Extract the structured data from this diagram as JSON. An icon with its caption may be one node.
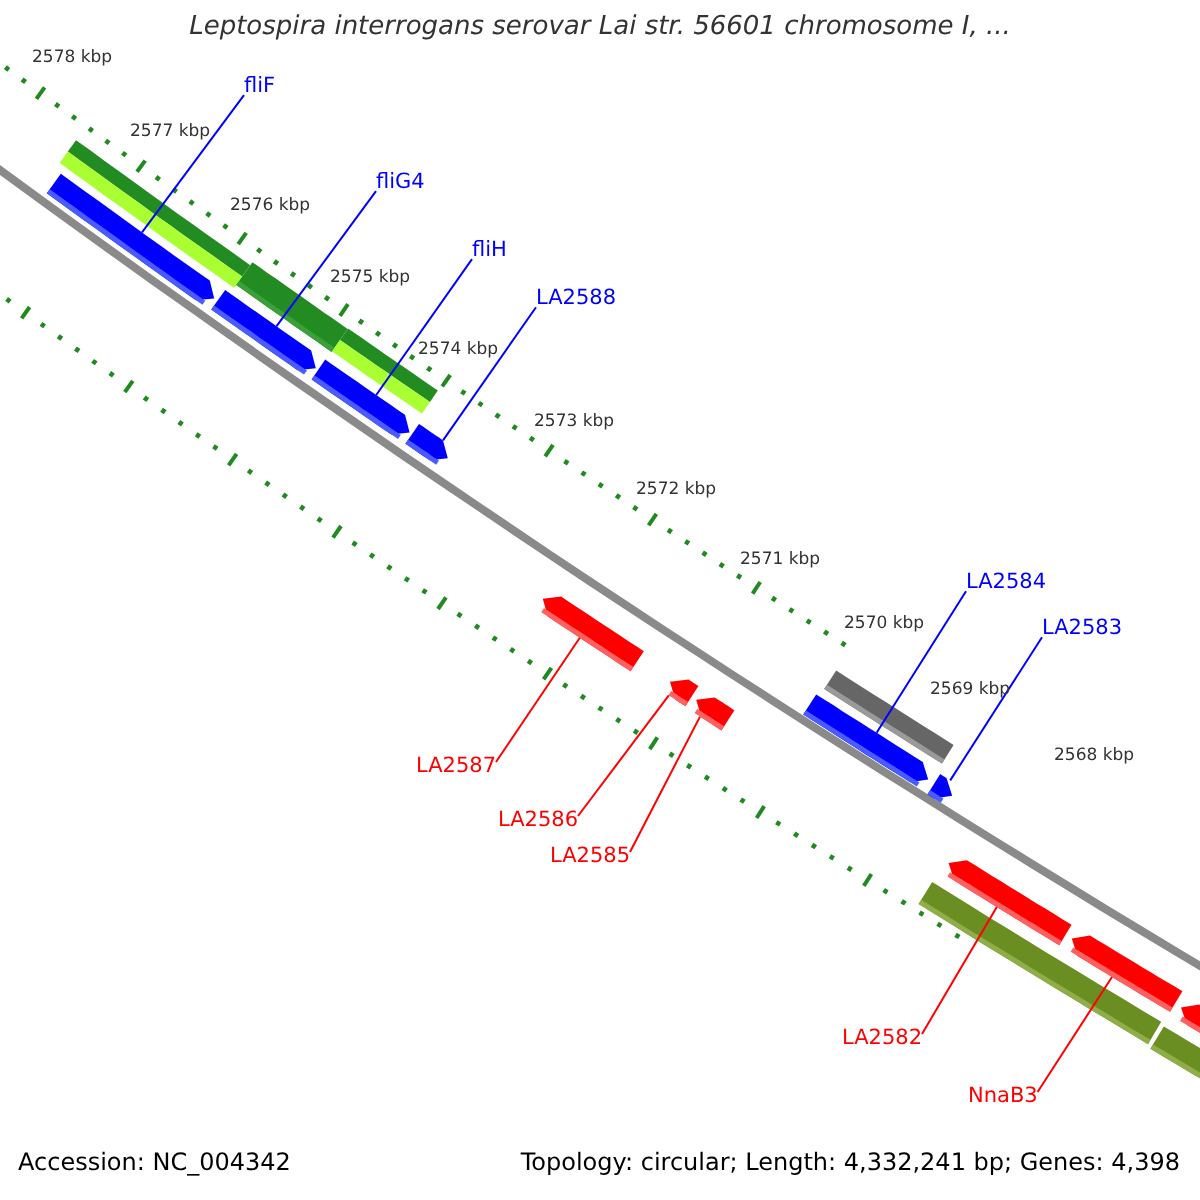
{
  "diagram": {
    "title": "Leptospira interrogans serovar Lai str. 56601 chromosome I, ...",
    "nodes": [
      {
        "text": [
          "fliF"
        ]
      },
      {
        "text": [
          "fliG4"
        ]
      },
      {
        "text": [
          "fliH"
        ]
      },
      {
        "text": [
          "LA2588"
        ]
      },
      {
        "text": [
          "LA2584"
        ]
      },
      {
        "text": [
          "LA2583"
        ]
      },
      {
        "text": [
          "LA2587"
        ]
      },
      {
        "text": [
          "LA2586"
        ]
      },
      {
        "text": [
          "LA2585"
        ]
      },
      {
        "text": [
          "LA2582"
        ]
      },
      {
        "text": [
          "NnaB3"
        ]
      },
      {
        "text": [],
        "shape": "bar"
      },
      {
        "text": [],
        "shape": "bar"
      },
      {
        "text": [],
        "shape": "bar"
      },
      {
        "text": [],
        "shape": "bar"
      },
      {
        "text": [],
        "shape": "bar"
      },
      {
        "text": [],
        "shape": "bar"
      },
      {
        "text": [],
        "shape": "bar"
      },
      {
        "text": [],
        "shape": "bar"
      },
      {
        "text": [],
        "shape": "bar"
      },
      {
        "text": [],
        "shape": "bar"
      },
      {
        "text": [],
        "shape": "bar"
      },
      {
        "text": [],
        "shape": "bar"
      },
      {
        "text": [],
        "shape": "bar"
      },
      {
        "text": [],
        "shape": "bar"
      },
      {
        "text": [],
        "shape": "bar"
      },
      {
        "text": [],
        "shape": "bar"
      },
      {
        "text": [],
        "shape": "bar"
      },
      {
        "text": [],
        "shape": "bar"
      }
    ],
    "edges": [
      {
        "from": 0,
        "to": 14,
        "arrow": "none"
      },
      {
        "from": 1,
        "to": 15,
        "arrow": "none"
      },
      {
        "from": 2,
        "to": 16,
        "arrow": "none"
      },
      {
        "from": 3,
        "to": 17,
        "arrow": "none"
      },
      {
        "from": 4,
        "to": 22,
        "arrow": "none"
      },
      {
        "from": 5,
        "to": 23,
        "arrow": "none"
      },
      {
        "from": 6,
        "to": 18,
        "arrow": "none",
        "color": "#ff0000"
      },
      {
        "from": 7,
        "to": 19,
        "arrow": "none",
        "color": "#ff0000"
      },
      {
        "from": 8,
        "to": 20,
        "arrow": "none",
        "color": "#ff0000"
      },
      {
        "from": 9,
        "to": 25,
        "arrow": "none",
        "color": "#ff0000"
      },
      {
        "from": 10,
        "to": 26,
        "arrow": "none",
        "color": "#ff0000"
      }
    ],
    "labels": [
      "2578 kbp",
      "2577 kbp",
      "2576 kbp",
      "2575 kbp",
      "2574 kbp",
      "2573 kbp",
      "2572 kbp",
      "2571 kbp",
      "2570 kbp",
      "2569 kbp",
      "2568 kbp",
      "Accession: NC_004342",
      "Topology: circular; Length: 4,332,241 bp; Genes: 4,398"
    ]
  }
}
